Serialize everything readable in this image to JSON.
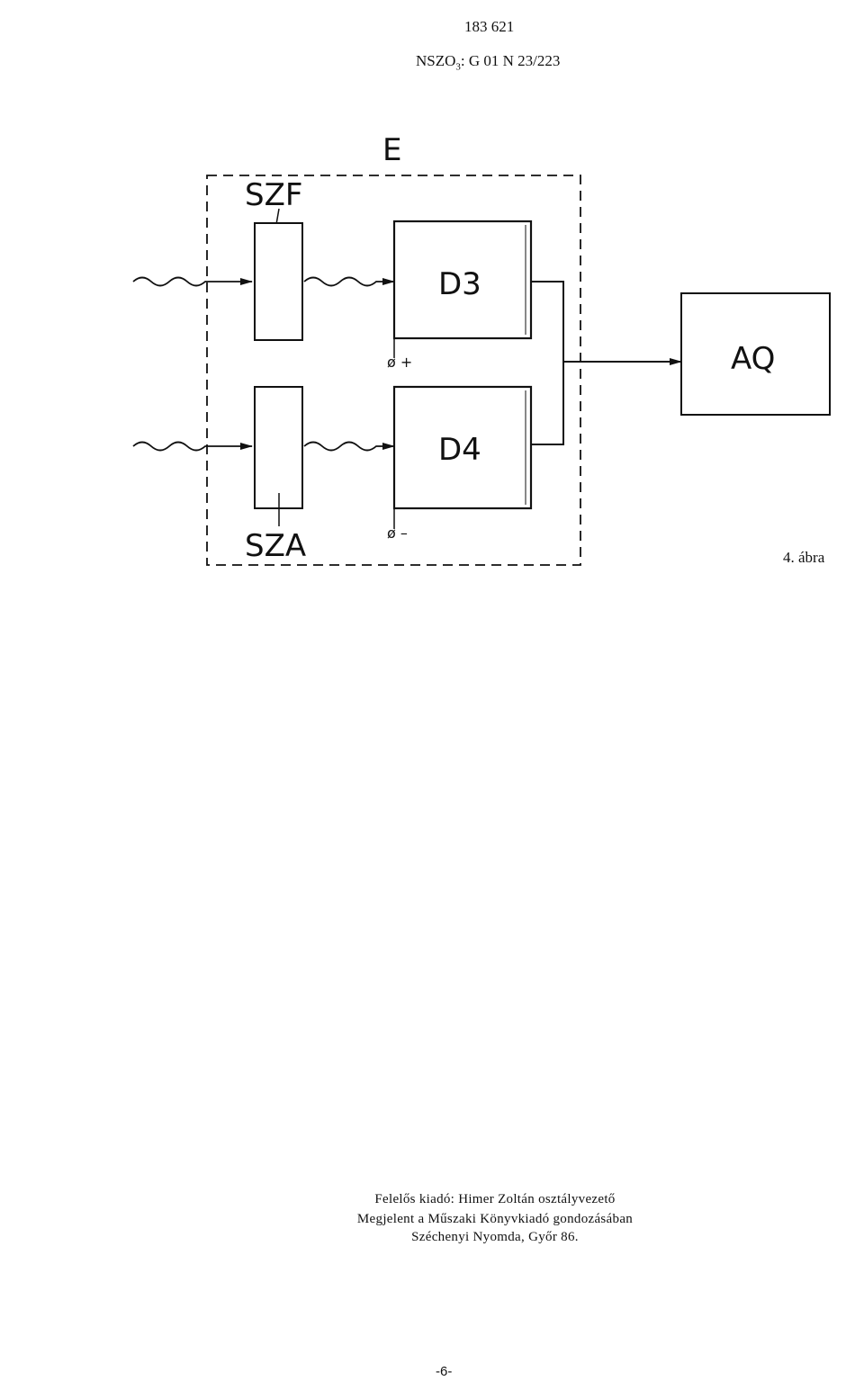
{
  "header": {
    "patent_number": "183 621",
    "classification_prefix": "NSZO",
    "classification_sub": "3",
    "classification_suffix": ": G 01 N 23/223"
  },
  "diagram": {
    "enclosure_label": "E",
    "blocks": {
      "filter_top": "SZF",
      "filter_bottom": "SZA",
      "detector_top": "D3",
      "detector_bottom": "D4",
      "analyzer": "AQ"
    },
    "terminals": {
      "top": "ø +",
      "bottom": "ø –"
    }
  },
  "figure_caption": "4. ábra",
  "footer": {
    "line1": "Felelős kiadó: Himer Zoltán osztályvezető",
    "line2": "Megjelent a Műszaki Könyvkiadó gondozásában",
    "line3": "Széchenyi Nyomda, Győr 86."
  },
  "page_number": "-6-"
}
